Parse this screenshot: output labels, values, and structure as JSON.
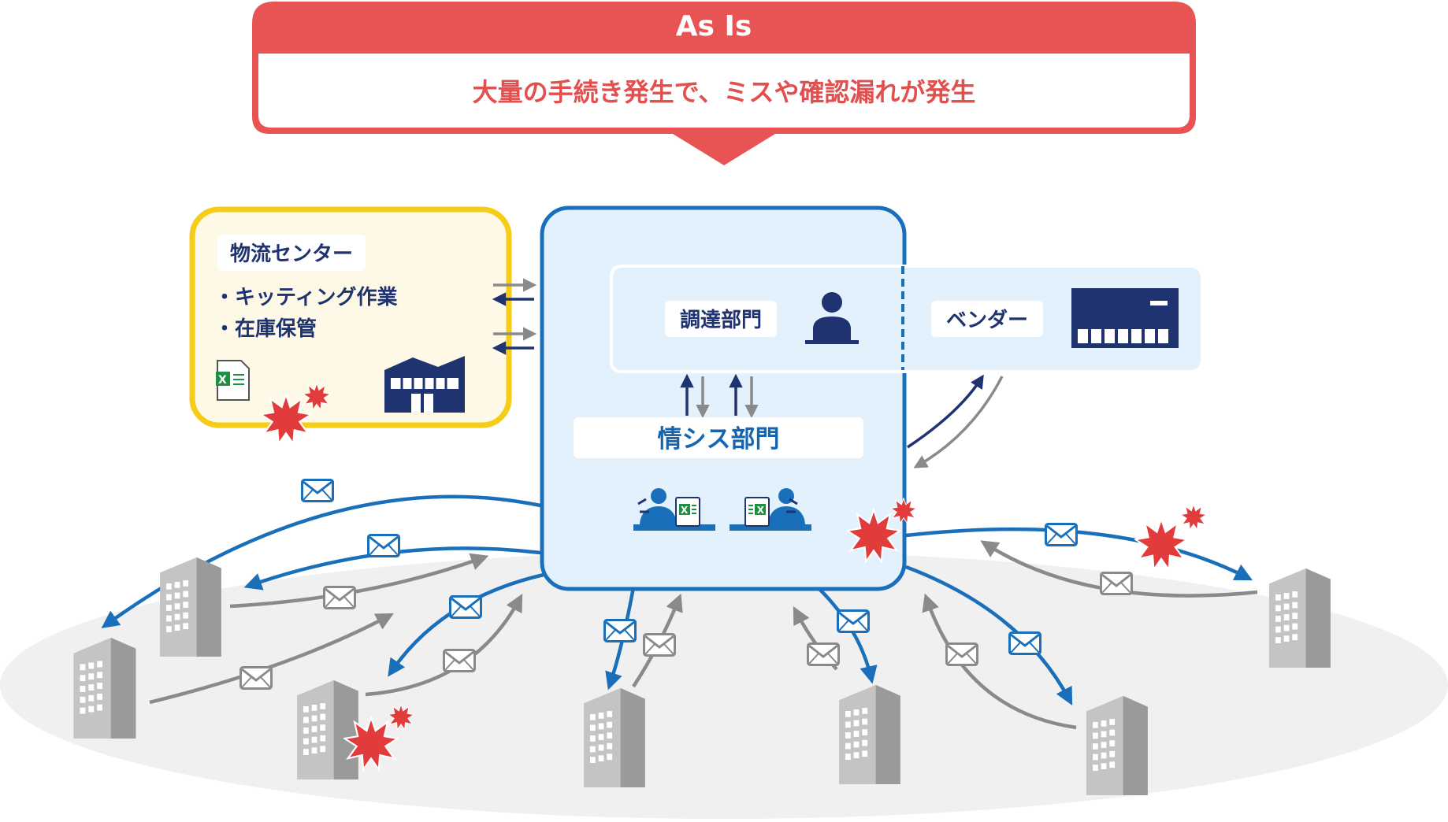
{
  "banner": {
    "heading": "As Is",
    "message": "大量の手続き発生で、ミスや確認漏れが発生"
  },
  "logistics": {
    "title": "物流センター",
    "items": [
      "・キッティング作業",
      "・在庫保管"
    ]
  },
  "procurement": {
    "label": "調達部門"
  },
  "vendor": {
    "label": "ベンダー"
  },
  "it_dept": {
    "label": "情シス部門"
  },
  "colors": {
    "banner_red": "#e85454",
    "logistics_border": "#f5cc17",
    "logistics_fill": "#fef9e7",
    "it_border": "#1a6fba",
    "it_fill": "#e3f1fc",
    "navy": "#1f3370",
    "flow_blue": "#1a6fba",
    "flow_gray": "#8a8a8a",
    "alert_red": "#e23b3b",
    "building_gray": "#b8b8b8"
  },
  "icons": {
    "mail": "envelope-icon",
    "building": "office-building-icon",
    "warehouse": "warehouse-icon",
    "person": "person-at-desk-icon",
    "vendor": "server-rack-icon",
    "spreadsheet": "excel-file-icon",
    "alert": "explosion-alert-icon"
  }
}
